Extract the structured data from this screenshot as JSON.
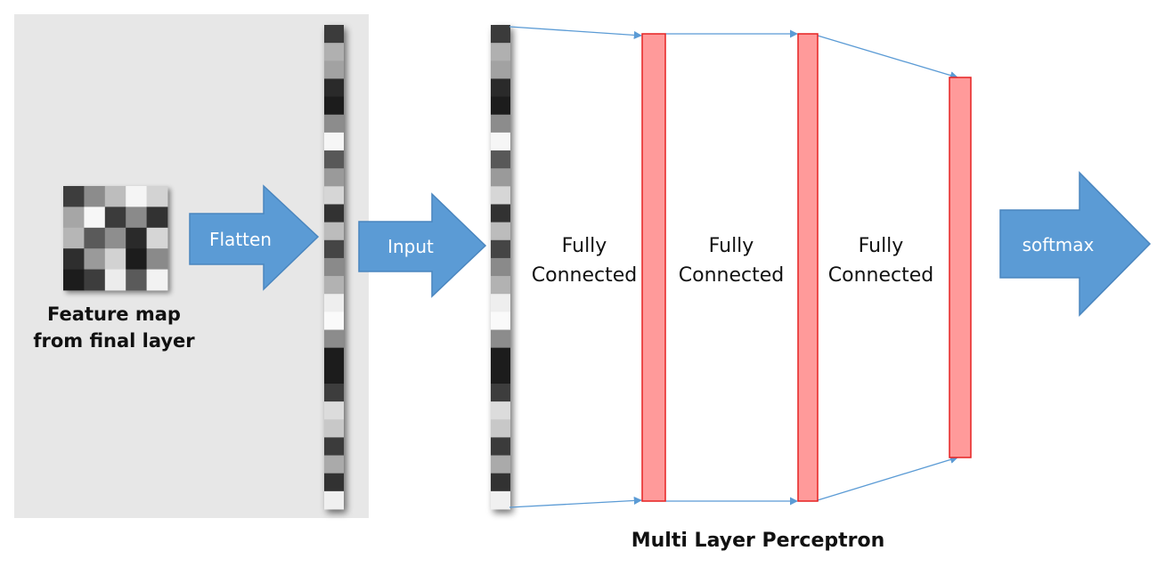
{
  "feature_map": {
    "label_line1": "Feature map",
    "label_line2": "from final layer",
    "grid": [
      [
        "#3d3d3d",
        "#8c8c8c",
        "#bdbdbd",
        "#f5f5f5",
        "#d3d3d3"
      ],
      [
        "#a6a6a6",
        "#f7f7f7",
        "#3a3a3a",
        "#8a8a8a",
        "#333333"
      ],
      [
        "#b6b6b6",
        "#5a5a5a",
        "#8e8e8e",
        "#2a2a2a",
        "#d6d6d6"
      ],
      [
        "#2e2e2e",
        "#9a9a9a",
        "#d2d2d2",
        "#1f1f1f",
        "#8a8a8a"
      ],
      [
        "#1e1e1e",
        "#3c3c3c",
        "#ececec",
        "#5a5a5a",
        "#f2f2f2"
      ]
    ]
  },
  "flattened_vector": [
    "#3a3a3a",
    "#b0b0b0",
    "#a2a2a2",
    "#2a2a2a",
    "#1c1c1c",
    "#8c8c8c",
    "#f6f6f6",
    "#585858",
    "#9a9a9a",
    "#d6d6d6",
    "#333333",
    "#bcbcbc",
    "#444444",
    "#8a8a8a",
    "#b2b2b2",
    "#eeeeee",
    "#fafafa",
    "#8c8c8c",
    "#1e1e1e",
    "#1a1a1a",
    "#3e3e3e",
    "#dcdcdc",
    "#c8c8c8",
    "#3a3a3a",
    "#aaaaaa",
    "#303030",
    "#f0f0f0"
  ],
  "arrows": {
    "flatten": "Flatten",
    "input": "Input",
    "softmax": "softmax"
  },
  "layers": [
    {
      "line1": "Fully",
      "line2": "Connected"
    },
    {
      "line1": "Fully",
      "line2": "Connected"
    },
    {
      "line1": "Fully",
      "line2": "Connected"
    }
  ],
  "mlp_title": "Multi Layer Perceptron",
  "colors": {
    "panel_bg": "#e7e7e7",
    "arrow_fill": "#5b9bd5",
    "arrow_stroke": "#4a86bf",
    "layer_fill": "#ff9a9a",
    "layer_stroke": "#e52222",
    "connector": "#5b9bd5"
  }
}
